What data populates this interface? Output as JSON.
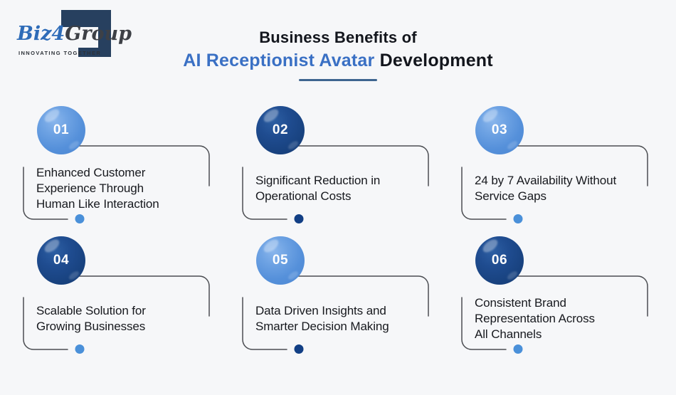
{
  "logo": {
    "brand_blue": "Biz4",
    "brand_dark": "Group",
    "tagline": "INNOVATING TOGETHER"
  },
  "header": {
    "title_line1": "Business Benefits of",
    "title_line2_highlight": "AI Receptionist Avatar",
    "title_line2_rest": " Development"
  },
  "colors": {
    "accent_blue": "#3a70c4",
    "circle_light": "#5a92da",
    "circle_dark": "#1b4585",
    "dot_light": "#4a90d9",
    "dot_dark": "#123f85",
    "connector_line": "#4b4d52",
    "underline": "#3e6590",
    "background": "#f6f7f9"
  },
  "benefits": [
    {
      "number": "01",
      "lines": [
        "Enhanced Customer",
        "Experience Through",
        "Human Like Interaction"
      ],
      "circle_style": "light",
      "dot_style": "light"
    },
    {
      "number": "02",
      "lines": [
        "Significant Reduction in",
        "Operational Costs"
      ],
      "circle_style": "dark",
      "dot_style": "dark"
    },
    {
      "number": "03",
      "lines": [
        "24 by 7 Availability Without",
        "Service Gaps"
      ],
      "circle_style": "light",
      "dot_style": "light"
    },
    {
      "number": "04",
      "lines": [
        "Scalable Solution for",
        "Growing Businesses"
      ],
      "circle_style": "dark",
      "dot_style": "light"
    },
    {
      "number": "05",
      "lines": [
        "Data Driven Insights and",
        "Smarter Decision Making"
      ],
      "circle_style": "light",
      "dot_style": "dark"
    },
    {
      "number": "06",
      "lines": [
        "Consistent Brand",
        "Representation Across",
        "All Channels"
      ],
      "circle_style": "dark",
      "dot_style": "light"
    }
  ]
}
